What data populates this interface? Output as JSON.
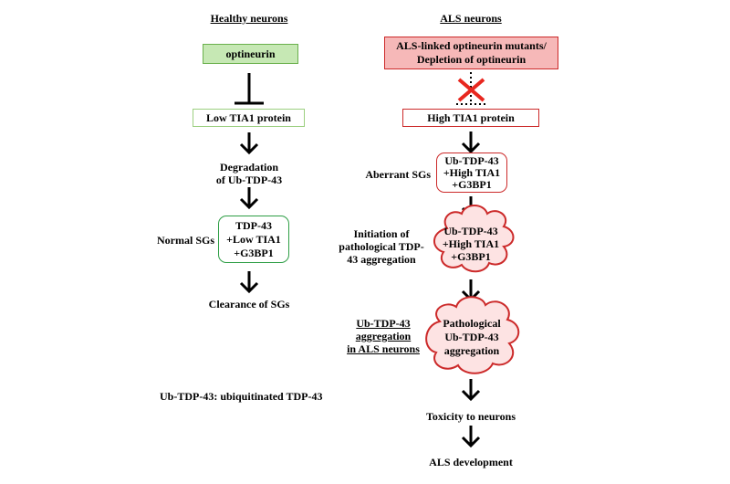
{
  "healthy": {
    "header": "Healthy neurons",
    "optineurin": "optineurin",
    "low_tia1": "Low TIA1 protein",
    "degradation_1": "Degradation",
    "degradation_2": "of Ub-TDP-43",
    "normal_sgs_label": "Normal SGs",
    "normal_sgs_box": [
      "TDP-43",
      "+Low TIA1",
      "+G3BP1"
    ],
    "clearance": "Clearance of SGs"
  },
  "als": {
    "header": "ALS neurons",
    "mutants_1": "ALS-linked optineurin mutants/",
    "mutants_2": "Depletion of optineurin",
    "high_tia1": "High TIA1 protein",
    "aberrant_label": "Aberrant SGs",
    "aberrant_box": [
      "Ub-TDP-43",
      "+High TIA1",
      "+G3BP1"
    ],
    "initiation_label": [
      "Initiation of",
      "pathological TDP-",
      "43 aggregation"
    ],
    "initiation_cloud": [
      "Ub-TDP-43",
      "+High TIA1",
      "+G3BP1"
    ],
    "aggregation_label": [
      "Ub-TDP-43",
      "aggregation",
      "in ALS neurons"
    ],
    "pathological_cloud": [
      "Pathological",
      "Ub-TDP-43",
      "aggregation"
    ],
    "toxicity": "Toxicity to neurons",
    "development": "ALS development"
  },
  "footnote": "Ub-TDP-43: ubiquitinated TDP-43",
  "colors": {
    "green_fill": "#c6e8b4",
    "green_border": "#6ab04c",
    "box_green_border": "#2e9e45",
    "red_fill": "#f6b8b8",
    "red_border": "#cc2a2a",
    "cloud_fill": "#fde3e3",
    "cross": "#e8271f"
  }
}
